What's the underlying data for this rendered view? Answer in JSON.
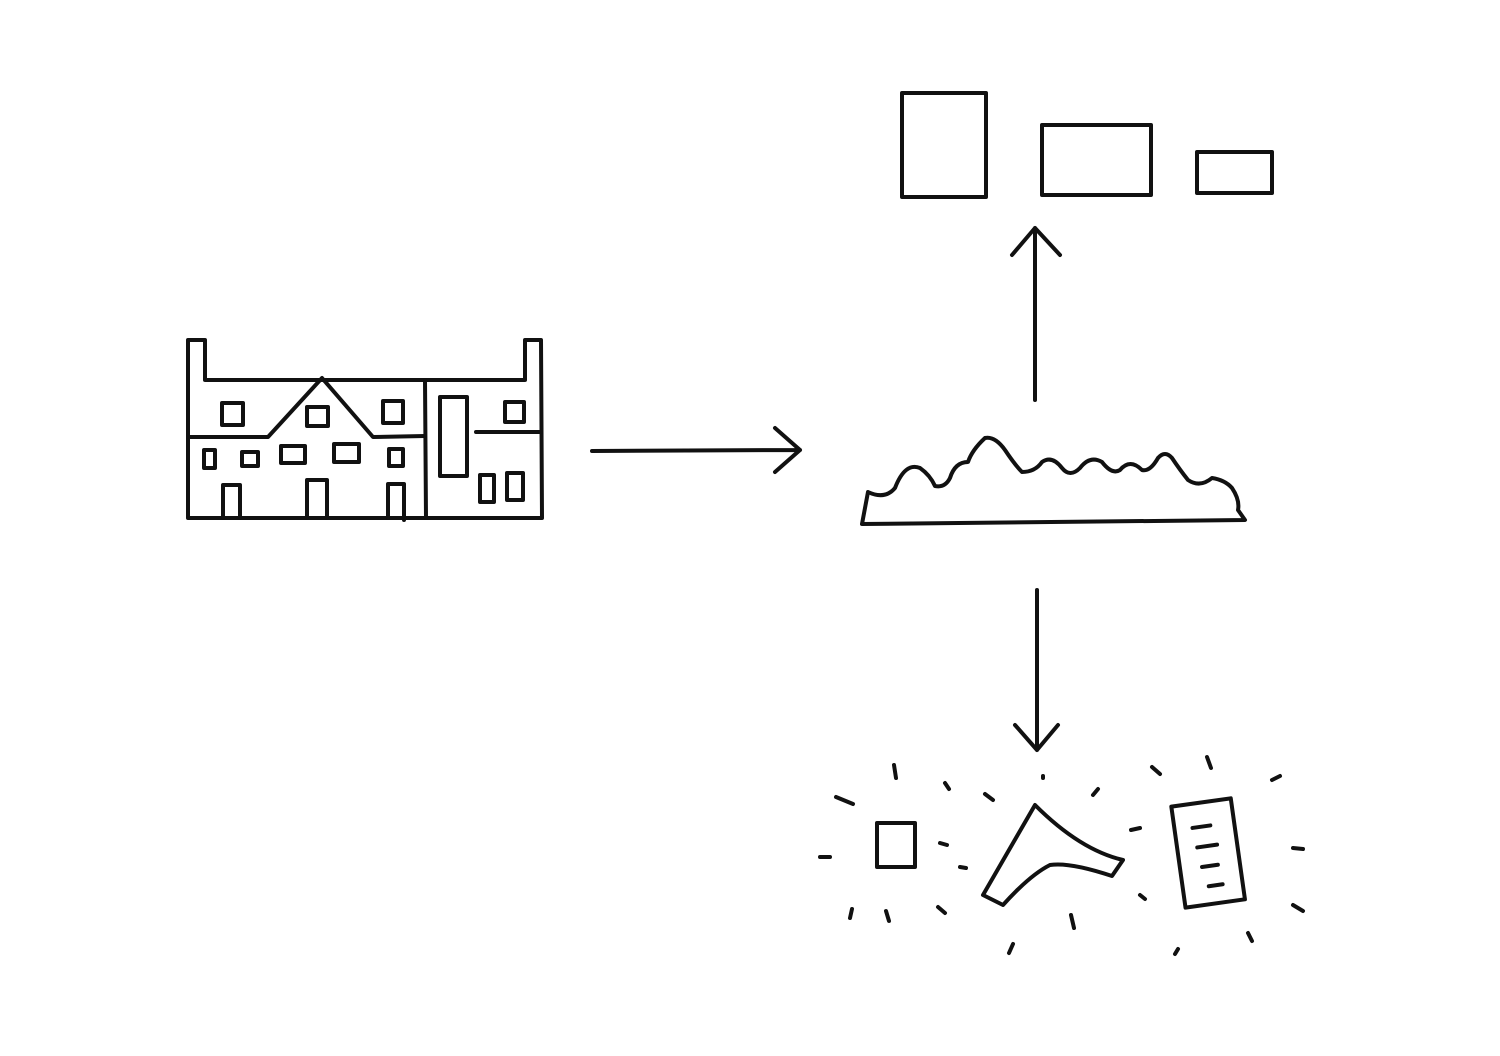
{
  "colors": {
    "background": "#ffffff",
    "ink": "#111111"
  },
  "diagram": {
    "nodes": [
      "building-facade",
      "skyline-silhouette",
      "rectangles-group",
      "fragments-group"
    ],
    "edges": [
      {
        "from": "building-facade",
        "to": "skyline-silhouette"
      },
      {
        "from": "skyline-silhouette",
        "to": "rectangles-group"
      },
      {
        "from": "skyline-silhouette",
        "to": "fragments-group"
      }
    ]
  }
}
